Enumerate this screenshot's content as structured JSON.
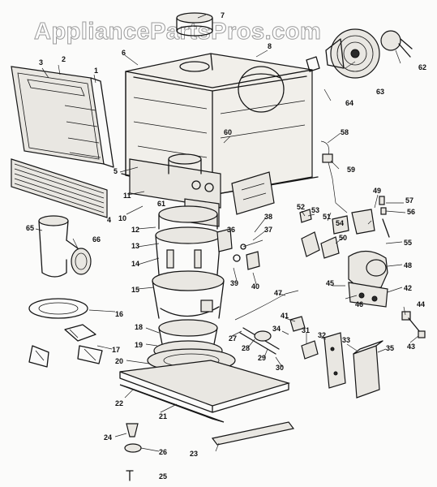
{
  "watermark": "AppliancePartsPros.com",
  "callouts": [
    {
      "id": "c1",
      "text": "1"
    },
    {
      "id": "c2",
      "text": "2"
    },
    {
      "id": "c3",
      "text": "3"
    },
    {
      "id": "c4",
      "text": "4"
    },
    {
      "id": "c5",
      "text": "5"
    },
    {
      "id": "c6",
      "text": "6"
    },
    {
      "id": "c7",
      "text": "7"
    },
    {
      "id": "c8",
      "text": "8"
    },
    {
      "id": "c10",
      "text": "10"
    },
    {
      "id": "c11",
      "text": "11"
    },
    {
      "id": "c12",
      "text": "12"
    },
    {
      "id": "c13",
      "text": "13"
    },
    {
      "id": "c14",
      "text": "14"
    },
    {
      "id": "c15",
      "text": "15"
    },
    {
      "id": "c16",
      "text": "16"
    },
    {
      "id": "c17",
      "text": "17"
    },
    {
      "id": "c18",
      "text": "18"
    },
    {
      "id": "c19",
      "text": "19"
    },
    {
      "id": "c20",
      "text": "20"
    },
    {
      "id": "c21",
      "text": "21"
    },
    {
      "id": "c22",
      "text": "22"
    },
    {
      "id": "c23",
      "text": "23"
    },
    {
      "id": "c24",
      "text": "24"
    },
    {
      "id": "c25",
      "text": "25"
    },
    {
      "id": "c26",
      "text": "26"
    },
    {
      "id": "c27",
      "text": "27"
    },
    {
      "id": "c28",
      "text": "28"
    },
    {
      "id": "c29",
      "text": "29"
    },
    {
      "id": "c30",
      "text": "30"
    },
    {
      "id": "c31",
      "text": "31"
    },
    {
      "id": "c32",
      "text": "32"
    },
    {
      "id": "c33",
      "text": "33"
    },
    {
      "id": "c34",
      "text": "34"
    },
    {
      "id": "c35",
      "text": "35"
    },
    {
      "id": "c36",
      "text": "36"
    },
    {
      "id": "c37",
      "text": "37"
    },
    {
      "id": "c38",
      "text": "38"
    },
    {
      "id": "c39",
      "text": "39"
    },
    {
      "id": "c40",
      "text": "40"
    },
    {
      "id": "c41",
      "text": "41"
    },
    {
      "id": "c42",
      "text": "42"
    },
    {
      "id": "c43",
      "text": "43"
    },
    {
      "id": "c44",
      "text": "44"
    },
    {
      "id": "c45",
      "text": "45"
    },
    {
      "id": "c46",
      "text": "46"
    },
    {
      "id": "c47",
      "text": "47"
    },
    {
      "id": "c48",
      "text": "48"
    },
    {
      "id": "c49",
      "text": "49"
    },
    {
      "id": "c50",
      "text": "50"
    },
    {
      "id": "c51",
      "text": "51"
    },
    {
      "id": "c52",
      "text": "52"
    },
    {
      "id": "c53",
      "text": "53"
    },
    {
      "id": "c54",
      "text": "54"
    },
    {
      "id": "c55",
      "text": "55"
    },
    {
      "id": "c56",
      "text": "56"
    },
    {
      "id": "c57",
      "text": "57"
    },
    {
      "id": "c58",
      "text": "58"
    },
    {
      "id": "c59",
      "text": "59"
    },
    {
      "id": "c60",
      "text": "60"
    },
    {
      "id": "c61",
      "text": "61"
    },
    {
      "id": "c62",
      "text": "62"
    },
    {
      "id": "c63",
      "text": "63"
    },
    {
      "id": "c64",
      "text": "64"
    },
    {
      "id": "c65",
      "text": "65"
    },
    {
      "id": "c66",
      "text": "66"
    }
  ]
}
